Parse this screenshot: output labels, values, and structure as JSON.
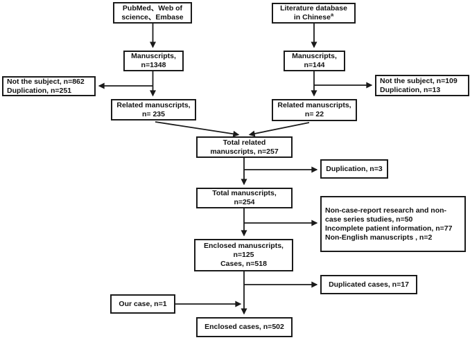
{
  "figure": {
    "type": "flowchart",
    "background_color": "#ffffff",
    "line_color": "#1a1a1a",
    "boxes": {
      "source_english": {
        "lines": [
          "PubMed、Web of",
          "science、Embase"
        ]
      },
      "source_chinese": {
        "line1": "Literature database",
        "line2": "in Chinese",
        "superscript": "a"
      },
      "manuscripts_english": {
        "lines": [
          "Manuscripts,",
          "n=1348"
        ]
      },
      "manuscripts_chinese": {
        "lines": [
          "Manuscripts,",
          "n=144"
        ]
      },
      "excluded_english": {
        "lines": [
          "Not the subject, n=862",
          "Duplication, n=251"
        ]
      },
      "related_english": {
        "lines": [
          "Related manuscripts,",
          "n= 235"
        ]
      },
      "excluded_chinese": {
        "lines": [
          "Not the subject, n=109",
          "Duplication, n=13"
        ]
      },
      "related_chinese": {
        "lines": [
          "Related manuscripts,",
          "n= 22"
        ]
      },
      "total_related": {
        "lines": [
          "Total related",
          "manuscripts, n=257"
        ]
      },
      "duplication": {
        "lines": [
          "Duplication, n=3"
        ]
      },
      "total_manuscripts": {
        "lines": [
          "Total manuscripts,",
          "n=254"
        ]
      },
      "excluded_studies": {
        "lines": [
          "Non-case-report research and non-case series studies, n=50",
          "Incomplete patient information, n=77",
          "Non-English manuscripts , n=2"
        ]
      },
      "enclosed_manuscripts": {
        "lines": [
          "Enclosed manuscripts,",
          "n=125",
          "Cases, n=518"
        ]
      },
      "duplicated_cases": {
        "lines": [
          "Duplicated cases, n=17"
        ]
      },
      "our_case": {
        "lines": [
          "Our case, n=1"
        ]
      },
      "enclosed_cases": {
        "lines": [
          "Enclosed cases, n=502"
        ]
      }
    }
  }
}
